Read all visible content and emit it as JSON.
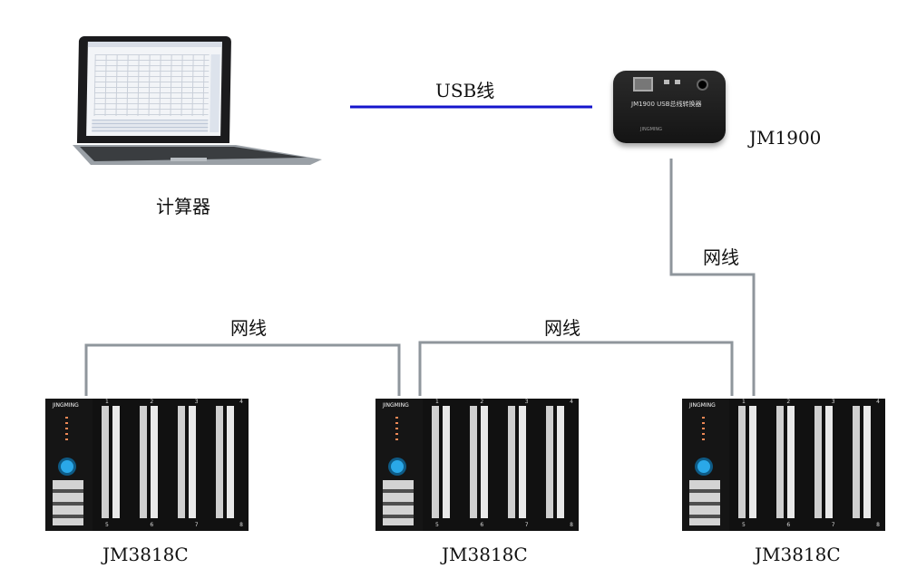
{
  "labels": {
    "usb": "USB线",
    "computer": "计算器",
    "converter": "JM1900",
    "net1": "网线",
    "net2": "网线",
    "net3": "网线",
    "module1": "JM3818C",
    "module2": "JM3818C",
    "module3": "JM3818C"
  },
  "converter_body_text": "JM1900 USB总线转换器",
  "converter_logo": "JINGMING",
  "module_brand": "JINGMING",
  "module_channels": [
    "1",
    "2",
    "3",
    "4"
  ],
  "module_channels_bottom": [
    "5",
    "6",
    "7",
    "8"
  ],
  "colors": {
    "usb_line": "#1414cc",
    "net_line": "#8f969c",
    "status_button": "#2aa8e8"
  }
}
